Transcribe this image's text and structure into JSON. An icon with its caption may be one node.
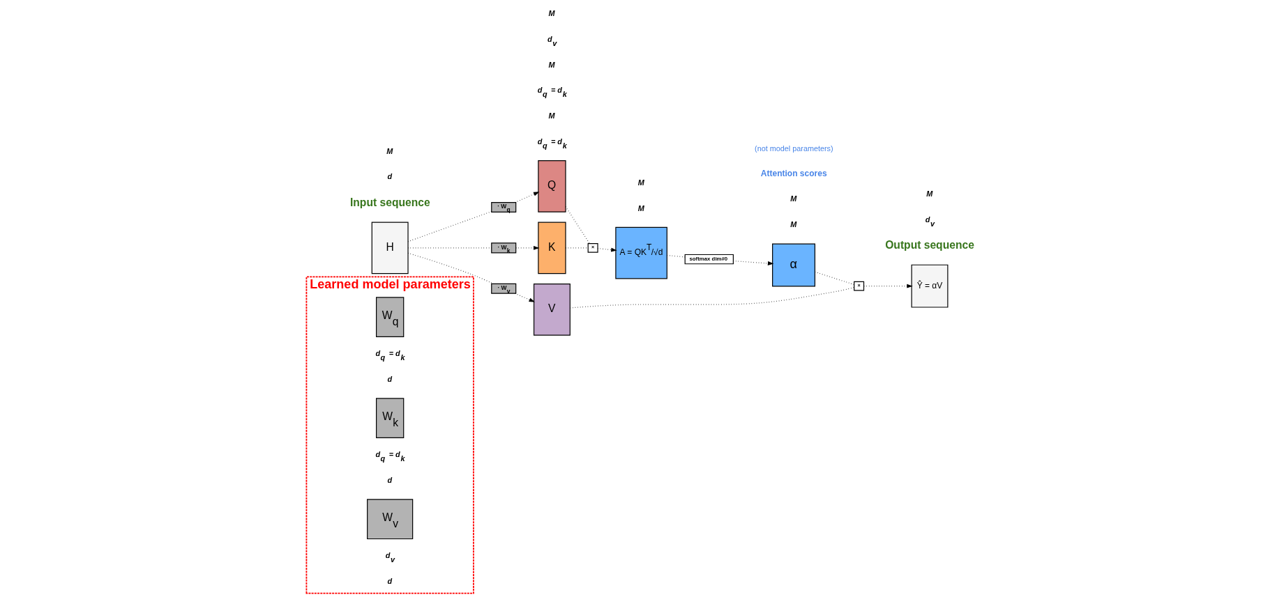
{
  "diagram": {
    "nodes": [
      {
        "text": [
          "Learned model parameters"
        ]
      },
      {
        "text": [
          "W$_{q}$"
        ],
        "in": 0
      },
      {
        "text": [
          "W$_{k}$"
        ],
        "in": 0
      },
      {
        "text": [
          "W$_{v}$"
        ],
        "in": 0
      },
      {
        "text": [
          "H"
        ],
        "beside": [
          "Input sequence"
        ]
      },
      {
        "text": [
          "· W$_{q}$"
        ]
      },
      {
        "text": [
          "· W$_{k}$"
        ]
      },
      {
        "text": [
          "· W$_{v}$"
        ]
      },
      {
        "text": [
          "Q"
        ]
      },
      {
        "text": [
          "K"
        ]
      },
      {
        "text": [
          "V"
        ]
      },
      {
        "text": [
          "×"
        ]
      },
      {
        "text": [
          "A = QK$^{T}$/√d"
        ]
      },
      {
        "text": [
          "softmax dim#0"
        ]
      },
      {
        "text": [
          "α"
        ]
      },
      {
        "text": [
          "×"
        ]
      },
      {
        "text": [
          "Ŷ = αV"
        ],
        "beside": [
          "Output sequence"
        ]
      }
    ],
    "edges": [
      {
        "from": 4,
        "to": 5,
        "arrow": "none"
      },
      {
        "from": 4,
        "to": 6,
        "arrow": "none"
      },
      {
        "from": 4,
        "to": 7,
        "arrow": "none"
      },
      {
        "from": 5,
        "to": 8,
        "arrow": "to"
      },
      {
        "from": 6,
        "to": 9,
        "arrow": "to"
      },
      {
        "from": 7,
        "to": 10,
        "arrow": "to"
      },
      {
        "from": 8,
        "to": 11,
        "arrow": "none"
      },
      {
        "from": 9,
        "to": 11,
        "arrow": "none"
      },
      {
        "from": 11,
        "to": 12,
        "arrow": "to"
      },
      {
        "from": 12,
        "to": 13,
        "arrow": "none"
      },
      {
        "from": 13,
        "to": 14,
        "arrow": "to"
      },
      {
        "from": 14,
        "to": 15,
        "arrow": "none"
      },
      {
        "from": 10,
        "to": 15,
        "arrow": "none"
      },
      {
        "from": 15,
        "to": 16,
        "arrow": "to"
      }
    ],
    "labels": [
      "d$_{q}$ = d$_{k}$",
      "d$_{q}$ = d$_{k}$",
      "d$_{v}$",
      "d",
      "d",
      "d",
      "d$_{q}$ = d$_{k}$",
      "M",
      "M",
      "M",
      "d$_{q}$ = d$_{k}$",
      "d",
      "d$_{v}$",
      "M",
      "M",
      "M",
      "M",
      "d$_{v}$",
      "M",
      "M",
      "Attention scores",
      "(not model parameters)"
    ]
  }
}
